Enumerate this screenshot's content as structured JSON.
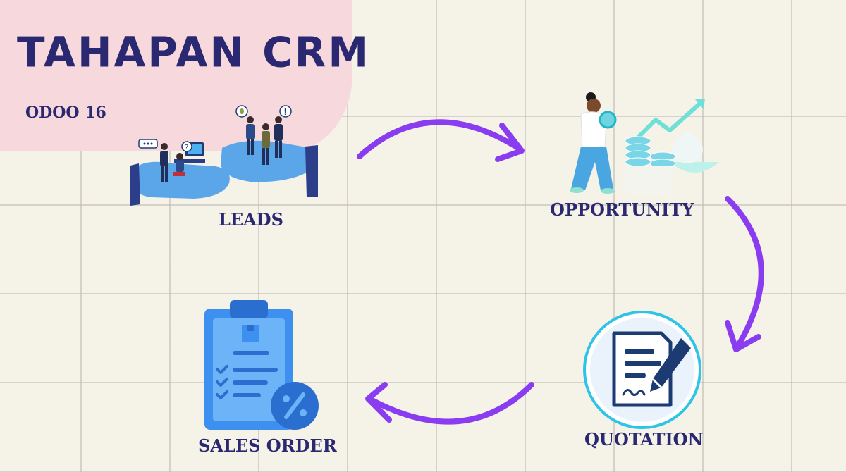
{
  "title": "TAHAPAN CRM",
  "subtitle": "ODOO 16",
  "stages": {
    "leads": "LEADS",
    "opportunity": "OPPORTUNITY",
    "quotation": "QUOTATION",
    "sales_order": "SALES ORDER"
  },
  "colors": {
    "title_text": "#2a2870",
    "arrow": "#8a3df0",
    "header_blob": "#f7d8dc",
    "icon_blue": "#3d8ff0"
  },
  "icons": {
    "leads": "business-people-on-hands-illustration",
    "opportunity": "woman-with-coins-growth-chart-illustration",
    "quotation": "document-signing-pen-icon",
    "sales_order": "clipboard-checklist-percent-icon"
  }
}
